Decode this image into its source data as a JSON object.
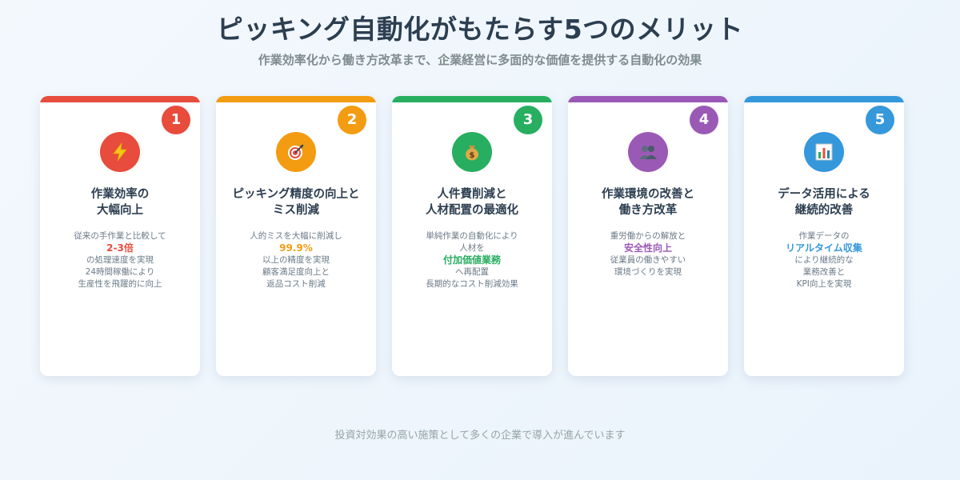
{
  "header": {
    "title": "ピッキング自動化がもたらす5つのメリット",
    "subtitle": "作業効率化から働き方改革まで、企業経営に多面的な価値を提供する自動化の効果"
  },
  "cards": [
    {
      "number": "1",
      "color": "#e74c3c",
      "icon": "lightning-bolt-icon",
      "title_line1": "作業効率の",
      "title_line2": "大幅向上",
      "desc_before": [
        "従来の手作業と比較して"
      ],
      "highlight": "2-3倍",
      "desc_after": [
        "の処理速度を実現",
        "24時間稼働により",
        "生産性を飛躍的に向上"
      ]
    },
    {
      "number": "2",
      "color": "#f39c12",
      "icon": "target-icon",
      "title_line1": "ピッキング精度の向上と",
      "title_line2": "ミス削減",
      "desc_before": [
        "人的ミスを大幅に削減し"
      ],
      "highlight": "99.9%",
      "desc_after": [
        "以上の精度を実現",
        "顧客満足度向上と",
        "返品コスト削減"
      ]
    },
    {
      "number": "3",
      "color": "#27ae60",
      "icon": "money-bag-icon",
      "title_line1": "人件費削減と",
      "title_line2": "人材配置の最適化",
      "desc_before": [
        "単純作業の自動化により",
        "人材を"
      ],
      "highlight": "付加価値業務",
      "desc_after": [
        "へ再配置",
        "長期的なコスト削減効果"
      ]
    },
    {
      "number": "4",
      "color": "#9b59b6",
      "icon": "people-icon",
      "title_line1": "作業環境の改善と",
      "title_line2": "働き方改革",
      "desc_before": [
        "重労働からの解放と"
      ],
      "highlight": "安全性向上",
      "desc_after": [
        "従業員の働きやすい",
        "環境づくりを実現"
      ]
    },
    {
      "number": "5",
      "color": "#3498db",
      "icon": "bar-chart-icon",
      "title_line1": "データ活用による",
      "title_line2": "継続的改善",
      "desc_before": [
        "作業データの"
      ],
      "highlight": "リアルタイム収集",
      "desc_after": [
        "により継続的な",
        "業務改善と",
        "KPI向上を実現"
      ]
    }
  ],
  "footer": {
    "text": "投資対効果の高い施策として多くの企業で導入が進んでいます"
  }
}
